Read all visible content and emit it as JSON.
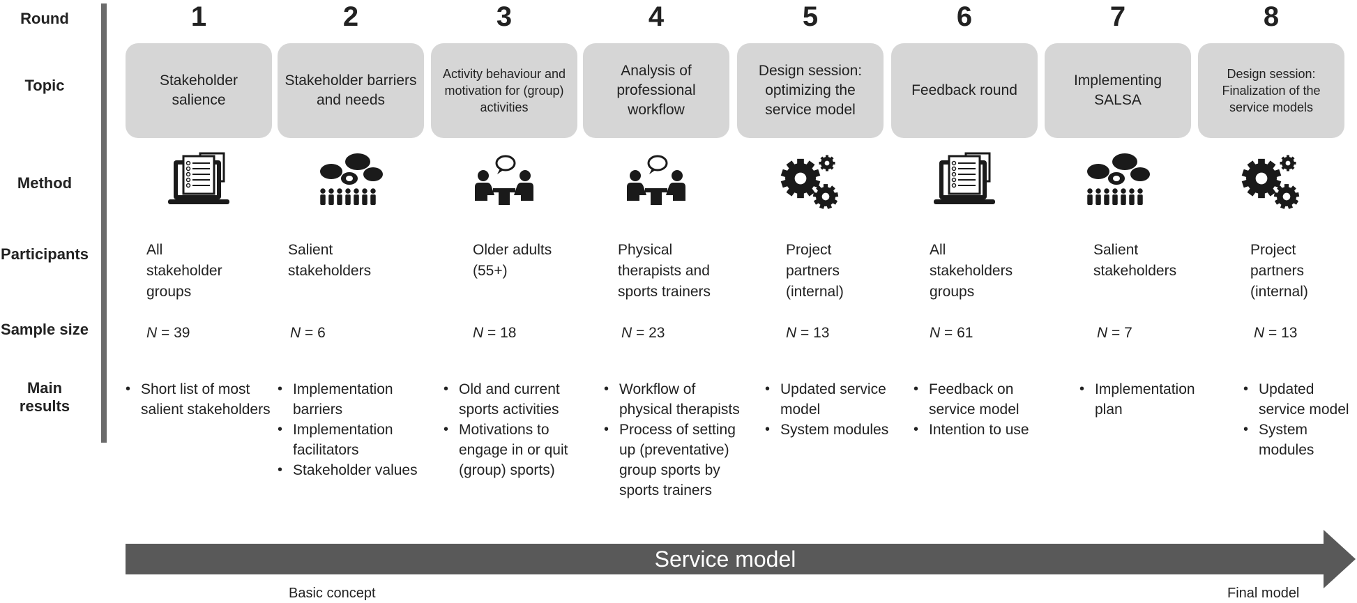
{
  "row_labels": {
    "round": "Round",
    "topic": "Topic",
    "method": "Method",
    "participants": "Participants",
    "sample_size": "Sample size",
    "main_results": "Main results"
  },
  "rounds": [
    {
      "number": "1",
      "topic": "Stakeholder salience",
      "method_icon": "survey-laptop-icon",
      "participants": [
        "All",
        "stakeholder",
        "groups"
      ],
      "n_prefix": "N",
      "n_value": "= 39",
      "results": [
        "Short list of most salient stakeholders"
      ]
    },
    {
      "number": "2",
      "topic": "Stakeholder barriers and needs",
      "method_icon": "focus-group-icon",
      "participants": [
        "Salient",
        "stakeholders"
      ],
      "n_prefix": "N",
      "n_value": "= 6",
      "results": [
        "Implementation barriers",
        "Implementation facilitators",
        "Stakeholder values"
      ]
    },
    {
      "number": "3",
      "topic": "Activity behaviour and motivation for (group) activities",
      "method_icon": "interview-icon",
      "participants": [
        "Older adults",
        "(55+)"
      ],
      "n_prefix": "N",
      "n_value": "= 18",
      "results": [
        "Old and current sports activities",
        "Motivations to engage in or quit (group) sports)"
      ]
    },
    {
      "number": "4",
      "topic": "Analysis of professional workflow",
      "method_icon": "interview-icon",
      "participants": [
        "Physical",
        "therapists and",
        "sports trainers"
      ],
      "n_prefix": "N",
      "n_value": "= 23",
      "results": [
        "Workflow of physical therapists",
        "Process of setting up (preventative) group sports by sports trainers"
      ]
    },
    {
      "number": "5",
      "topic": "Design session: optimizing the service model",
      "method_icon": "gears-icon",
      "participants": [
        "Project",
        "partners",
        "(internal)"
      ],
      "n_prefix": "N",
      "n_value": "= 13",
      "results": [
        "Updated service model",
        "System modules"
      ]
    },
    {
      "number": "6",
      "topic": "Feedback round",
      "method_icon": "survey-laptop-icon",
      "participants": [
        "All",
        "stakeholders",
        "groups"
      ],
      "n_prefix": "N",
      "n_value": "= 61",
      "results": [
        "Feedback on service model",
        "Intention to use"
      ]
    },
    {
      "number": "7",
      "topic": "Implementing SALSA",
      "method_icon": "focus-group-icon",
      "participants": [
        "Salient",
        "stakeholders"
      ],
      "n_prefix": "N",
      "n_value": "= 7",
      "results": [
        "Implementation plan"
      ]
    },
    {
      "number": "8",
      "topic": "Design session: Finalization of the service models",
      "method_icon": "gears-icon",
      "participants": [
        "Project",
        "partners",
        "(internal)"
      ],
      "n_prefix": "N",
      "n_value": "= 13",
      "results": [
        "Updated service model",
        "System modules"
      ]
    }
  ],
  "arrow": {
    "label": "Service model",
    "start_label": "Basic concept",
    "end_label": "Final model"
  },
  "colors": {
    "topic_box": "#d6d6d6",
    "arrow": "#595959",
    "divider": "#6b6b6b",
    "icon": "#1a1a1a"
  }
}
